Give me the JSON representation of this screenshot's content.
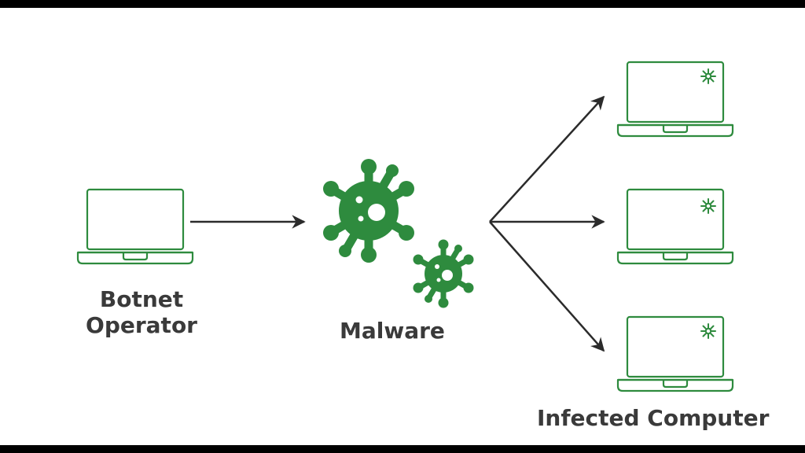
{
  "labels": {
    "operator_line1": "Botnet",
    "operator_line2": "Operator",
    "malware": "Malware",
    "infected": "Infected Computer"
  },
  "colors": {
    "green": "#2e8b3e",
    "arrow": "#2b2b2b",
    "text": "#3a3a3a",
    "border": "#000000",
    "background": "#ffffff"
  },
  "icons": {
    "operator": "laptop-icon",
    "malware": "virus-icon",
    "infected": "infected-laptop-icon"
  }
}
